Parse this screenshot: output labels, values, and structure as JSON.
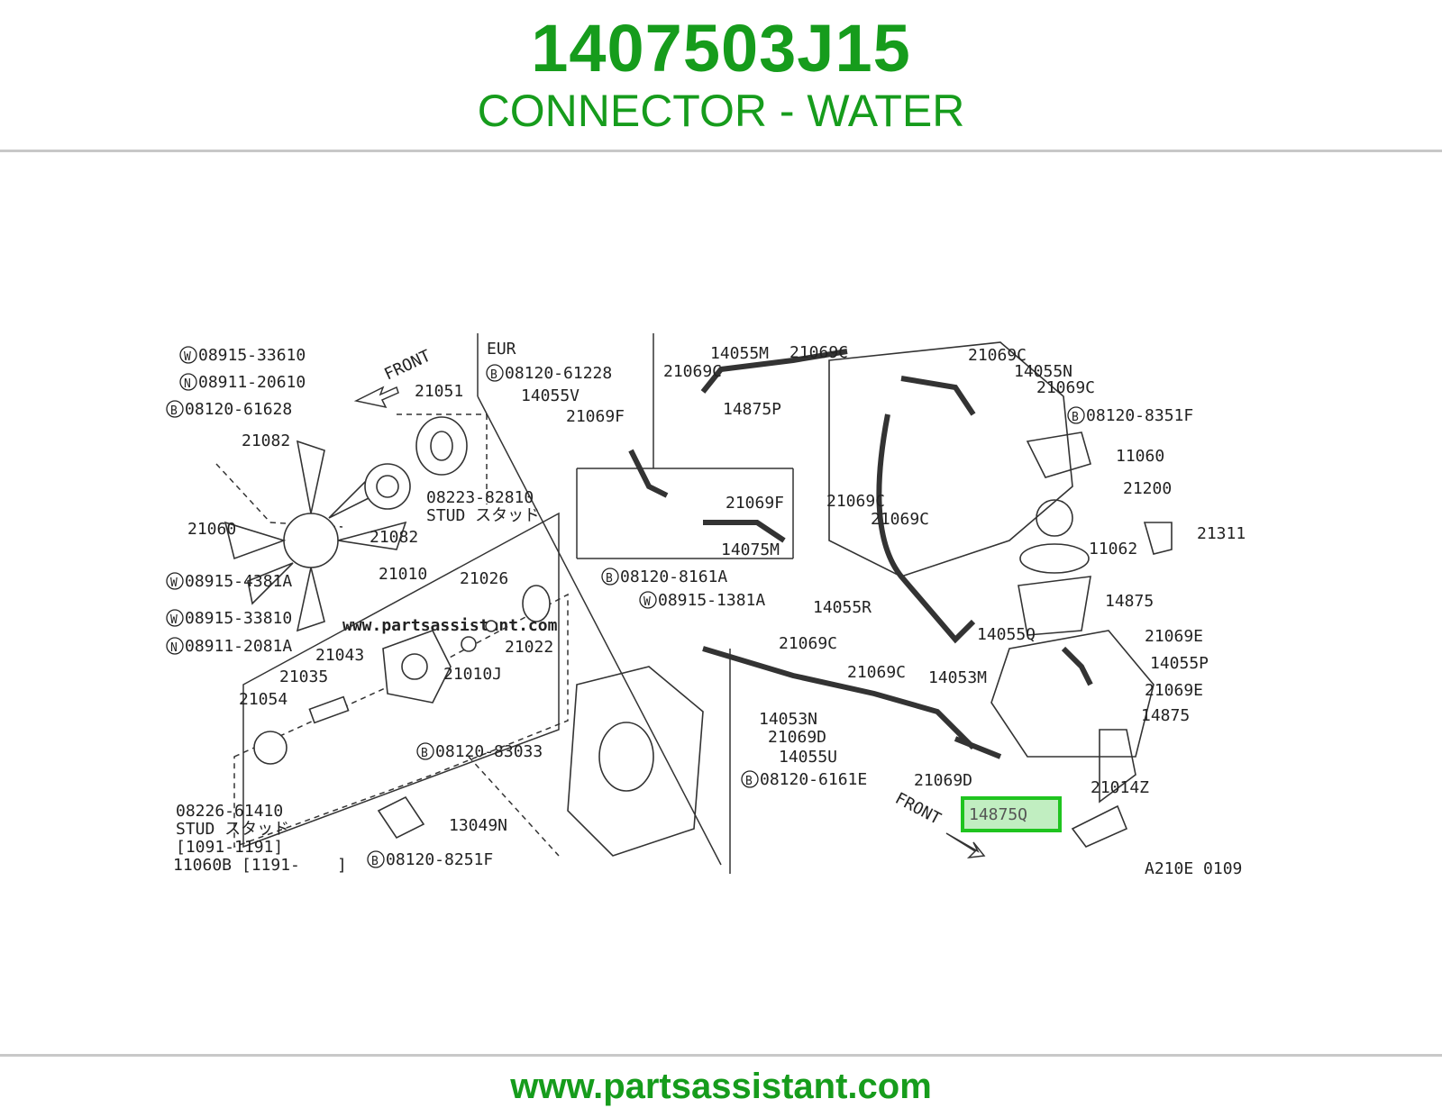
{
  "header": {
    "part_number": "1407503J15",
    "description": "CONNECTOR - WATER"
  },
  "footer": {
    "site": "www.partsassistant.com"
  },
  "diagram": {
    "watermark": "www.partsassistant.com",
    "figure_code": "A210E 0109",
    "highlight_color": "#1fc41f",
    "highlighted_part": "14875Q",
    "front_labels": [
      "FRONT",
      "FRONT"
    ],
    "region_label": "EUR",
    "callouts": [
      {
        "prefix": "W",
        "text": "08915-33610"
      },
      {
        "prefix": "N",
        "text": "08911-20610"
      },
      {
        "prefix": "B",
        "text": "08120-61628"
      },
      {
        "prefix": "",
        "text": "21051"
      },
      {
        "prefix": "",
        "text": "21082"
      },
      {
        "prefix": "",
        "text": "21082"
      },
      {
        "prefix": "",
        "text": "21060"
      },
      {
        "prefix": "",
        "text": "08223-82810"
      },
      {
        "prefix": "",
        "text": "STUD スタッド"
      },
      {
        "prefix": "W",
        "text": "08915-4381A"
      },
      {
        "prefix": "",
        "text": "21010"
      },
      {
        "prefix": "",
        "text": "21026"
      },
      {
        "prefix": "W",
        "text": "08915-33810"
      },
      {
        "prefix": "N",
        "text": "08911-2081A"
      },
      {
        "prefix": "",
        "text": "21022"
      },
      {
        "prefix": "",
        "text": "21043"
      },
      {
        "prefix": "",
        "text": "21035"
      },
      {
        "prefix": "",
        "text": "21010J"
      },
      {
        "prefix": "",
        "text": "21054"
      },
      {
        "prefix": "B",
        "text": "08120-83033"
      },
      {
        "prefix": "",
        "text": "08226-61410"
      },
      {
        "prefix": "",
        "text": "STUD スタッド"
      },
      {
        "prefix": "",
        "text": "[1091-1191]"
      },
      {
        "prefix": "",
        "text": "11060B [1191-"
      },
      {
        "prefix": "",
        "text": "]"
      },
      {
        "prefix": "",
        "text": "13049N"
      },
      {
        "prefix": "B",
        "text": "08120-8251F"
      },
      {
        "prefix": "B",
        "text": "08120-61228"
      },
      {
        "prefix": "",
        "text": "14055V"
      },
      {
        "prefix": "",
        "text": "14055M"
      },
      {
        "prefix": "",
        "text": "21069C"
      },
      {
        "prefix": "",
        "text": "21069C"
      },
      {
        "prefix": "",
        "text": "21069F"
      },
      {
        "prefix": "",
        "text": "14875P"
      },
      {
        "prefix": "",
        "text": "21069F"
      },
      {
        "prefix": "",
        "text": "14075M"
      },
      {
        "prefix": "",
        "text": "21069C"
      },
      {
        "prefix": "",
        "text": "14055N"
      },
      {
        "prefix": "",
        "text": "21069C"
      },
      {
        "prefix": "B",
        "text": "08120-8351F"
      },
      {
        "prefix": "",
        "text": "11060"
      },
      {
        "prefix": "",
        "text": "21200"
      },
      {
        "prefix": "",
        "text": "21311"
      },
      {
        "prefix": "",
        "text": "11062"
      },
      {
        "prefix": "",
        "text": "21069C"
      },
      {
        "prefix": "",
        "text": "21069C"
      },
      {
        "prefix": "B",
        "text": "08120-8161A"
      },
      {
        "prefix": "W",
        "text": "08915-1381A"
      },
      {
        "prefix": "",
        "text": "14055R"
      },
      {
        "prefix": "",
        "text": "21069C"
      },
      {
        "prefix": "",
        "text": "21069C"
      },
      {
        "prefix": "",
        "text": "14875"
      },
      {
        "prefix": "",
        "text": "14055Q"
      },
      {
        "prefix": "",
        "text": "21069E"
      },
      {
        "prefix": "",
        "text": "14053M"
      },
      {
        "prefix": "",
        "text": "14055P"
      },
      {
        "prefix": "",
        "text": "21069E"
      },
      {
        "prefix": "",
        "text": "14875"
      },
      {
        "prefix": "",
        "text": "14053N"
      },
      {
        "prefix": "",
        "text": "21069D"
      },
      {
        "prefix": "",
        "text": "14055U"
      },
      {
        "prefix": "",
        "text": "21069D"
      },
      {
        "prefix": "B",
        "text": "08120-6161E"
      },
      {
        "prefix": "",
        "text": "21014Z"
      },
      {
        "prefix": "",
        "text": "14875Q"
      }
    ]
  }
}
